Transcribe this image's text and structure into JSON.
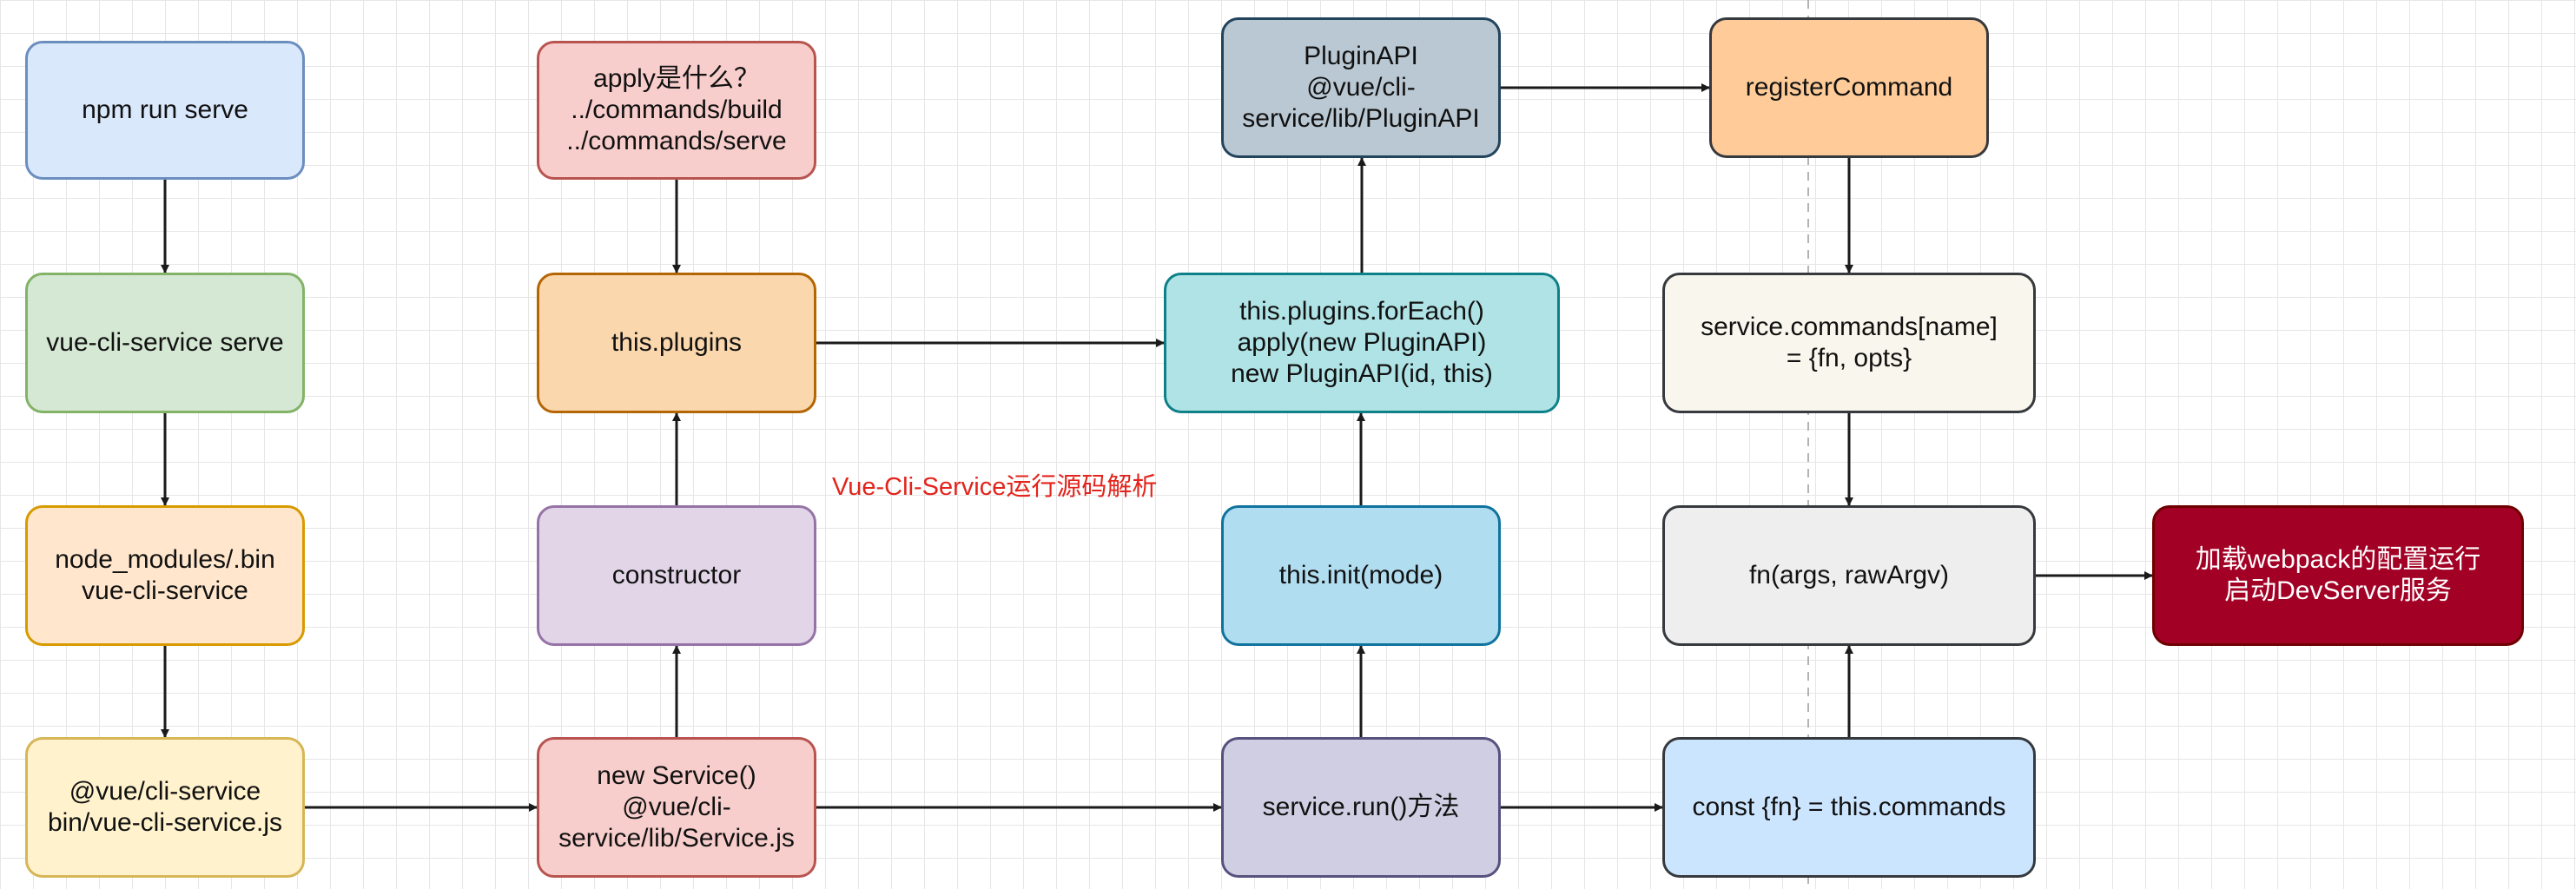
{
  "diagram": {
    "caption": "Vue-Cli-Service运行源码解析",
    "nodes": [
      {
        "id": "npm-run-serve",
        "label": "npm run serve",
        "fill": "#dae8fc",
        "stroke": "#6c8ebf",
        "text_color": "#111111"
      },
      {
        "id": "vue-cli-service-serve",
        "label": "vue-cli-service serve",
        "fill": "#d5e8d4",
        "stroke": "#82b366",
        "text_color": "#111111"
      },
      {
        "id": "node-modules-bin",
        "label": "node_modules/.bin\nvue-cli-service",
        "fill": "#ffe6cc",
        "stroke": "#d79b00",
        "text_color": "#111111"
      },
      {
        "id": "cli-service-bin",
        "label": "@vue/cli-service\nbin/vue-cli-service.js",
        "fill": "#fff2cc",
        "stroke": "#d6b656",
        "text_color": "#111111"
      },
      {
        "id": "apply-question",
        "label": "apply是什么？\n../commands/build\n../commands/serve",
        "fill": "#f8cecc",
        "stroke": "#b85450",
        "text_color": "#111111"
      },
      {
        "id": "this-plugins",
        "label": "this.plugins",
        "fill": "#fad7ac",
        "stroke": "#b46504",
        "text_color": "#111111"
      },
      {
        "id": "constructor",
        "label": "constructor",
        "fill": "#e1d5e7",
        "stroke": "#9673a6",
        "text_color": "#111111"
      },
      {
        "id": "new-service",
        "label": "new Service()\n@vue/cli-\nservice/lib/Service.js",
        "fill": "#f8cecc",
        "stroke": "#b85450",
        "text_color": "#111111"
      },
      {
        "id": "plugin-api",
        "label": "PluginAPI\n@vue/cli-\nservice/lib/PluginAPI",
        "fill": "#bac8d3",
        "stroke": "#23445d",
        "text_color": "#111111"
      },
      {
        "id": "plugins-foreach",
        "label": "this.plugins.forEach()\napply(new PluginAPI)\nnew PluginAPI(id, this)",
        "fill": "#b0e3e6",
        "stroke": "#0e8088",
        "text_color": "#111111"
      },
      {
        "id": "this-init",
        "label": "this.init(mode)",
        "fill": "#b1ddf0",
        "stroke": "#10739e",
        "text_color": "#111111"
      },
      {
        "id": "service-run",
        "label": "service.run()方法",
        "fill": "#d0cee2",
        "stroke": "#56517e",
        "text_color": "#111111"
      },
      {
        "id": "register-command",
        "label": "registerCommand",
        "fill": "#ffcc99",
        "stroke": "#36393d",
        "text_color": "#111111"
      },
      {
        "id": "service-commands",
        "label": "service.commands[name]\n= {fn, opts}",
        "fill": "#f9f7ed",
        "stroke": "#36393d",
        "text_color": "#111111"
      },
      {
        "id": "fn-args",
        "label": "fn(args, rawArgv)",
        "fill": "#eeeeee",
        "stroke": "#36393d",
        "text_color": "#111111"
      },
      {
        "id": "const-fn",
        "label": "const {fn} = this.commands",
        "fill": "#cce5ff",
        "stroke": "#36393d",
        "text_color": "#111111"
      },
      {
        "id": "load-webpack",
        "label": "加载webpack的配置运行\n启动DevServer服务",
        "fill": "#a20025",
        "stroke": "#6f0000",
        "text_color": "#ffffff"
      }
    ],
    "edges": [
      {
        "from": "npm-run-serve",
        "to": "vue-cli-service-serve"
      },
      {
        "from": "vue-cli-service-serve",
        "to": "node-modules-bin"
      },
      {
        "from": "node-modules-bin",
        "to": "cli-service-bin"
      },
      {
        "from": "cli-service-bin",
        "to": "new-service"
      },
      {
        "from": "new-service",
        "to": "constructor"
      },
      {
        "from": "constructor",
        "to": "this-plugins"
      },
      {
        "from": "apply-question",
        "to": "this-plugins"
      },
      {
        "from": "this-plugins",
        "to": "plugins-foreach"
      },
      {
        "from": "new-service",
        "to": "service-run"
      },
      {
        "from": "service-run",
        "to": "this-init"
      },
      {
        "from": "this-init",
        "to": "plugins-foreach"
      },
      {
        "from": "plugins-foreach",
        "to": "plugin-api"
      },
      {
        "from": "plugin-api",
        "to": "register-command"
      },
      {
        "from": "register-command",
        "to": "service-commands"
      },
      {
        "from": "service-commands",
        "to": "fn-args"
      },
      {
        "from": "service-run",
        "to": "const-fn"
      },
      {
        "from": "const-fn",
        "to": "fn-args"
      },
      {
        "from": "fn-args",
        "to": "load-webpack"
      }
    ]
  }
}
